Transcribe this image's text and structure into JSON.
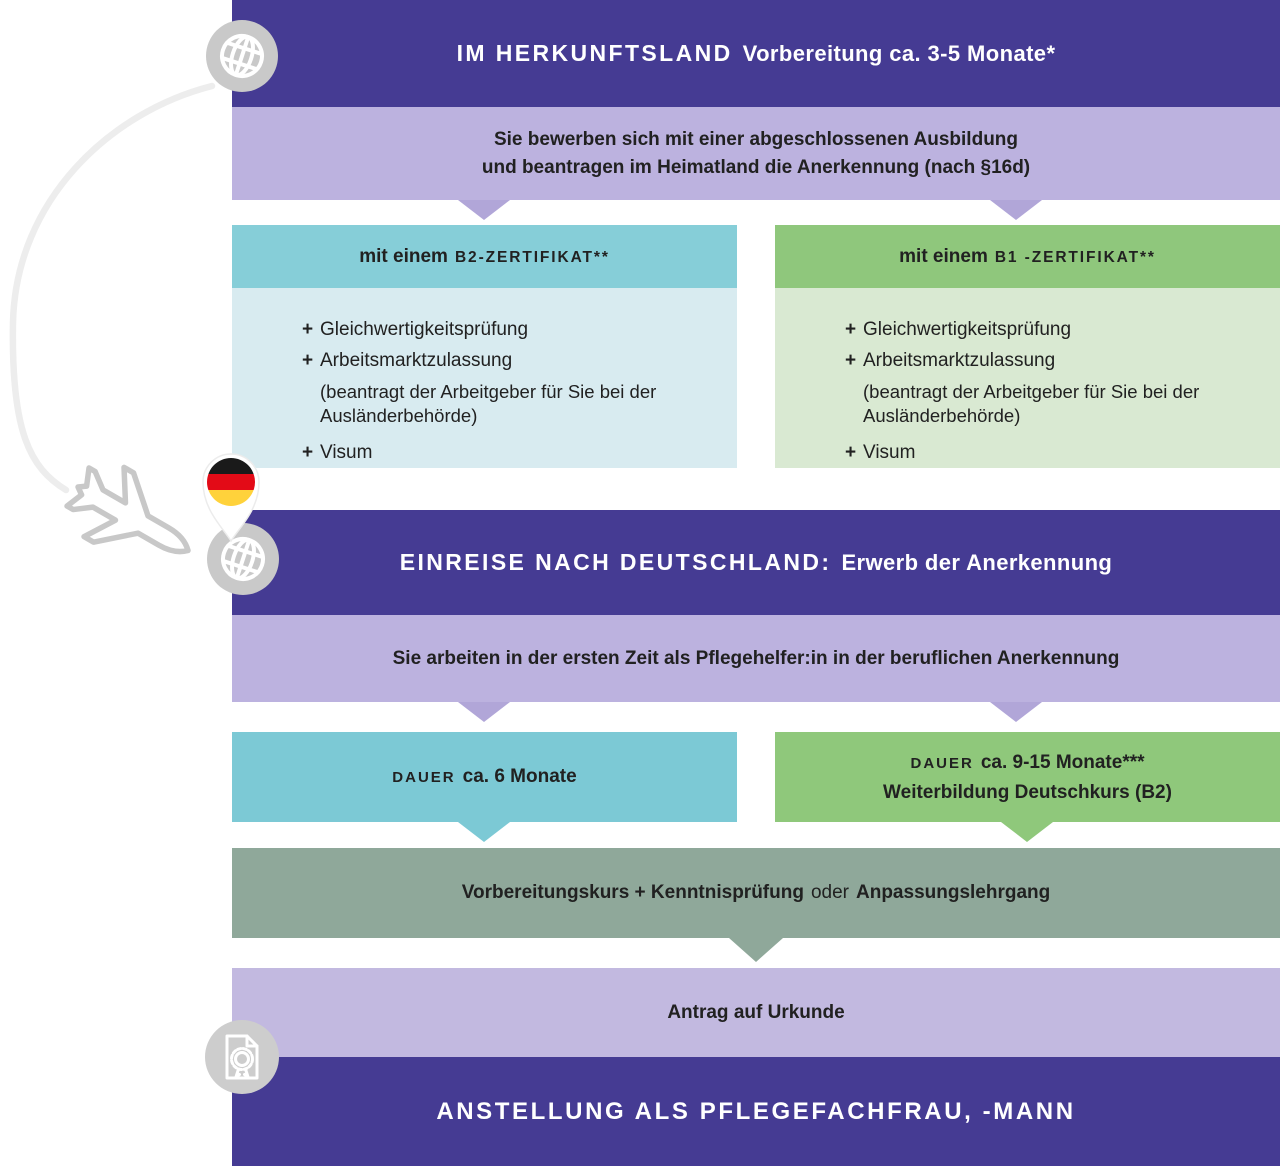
{
  "origin": {
    "banner_title": "IM HERKUNFTSLAND",
    "banner_subtitle": "Vorbereitung ca. 3-5 Monate*",
    "step_line1": "Sie bewerben sich mit einer abgeschlossenen Ausbildung",
    "step_line2": "und beantragen im Heimatland die Anerkennung (nach §16d)"
  },
  "b2_column": {
    "header_prefix": "mit einem",
    "header_cert": "B2-ZERTIFIKAT**",
    "items": [
      {
        "marker": "+",
        "text": "Gleichwertigkeitsprüfung"
      },
      {
        "marker": "+",
        "text": "Arbeitsmarktzulassung",
        "note": "(beantragt der Arbeitgeber für Sie bei der Ausländerbehörde)"
      },
      {
        "marker": "+",
        "text": "Visum"
      }
    ]
  },
  "b1_column": {
    "header_prefix": "mit einem",
    "header_cert": "B1 -ZERTIFIKAT**",
    "items": [
      {
        "marker": "+",
        "text": "Gleichwertigkeitsprüfung"
      },
      {
        "marker": "+",
        "text": "Arbeitsmarktzulassung",
        "note": "(beantragt der Arbeitgeber für Sie bei der Ausländerbehörde)"
      },
      {
        "marker": "+",
        "text": "Visum"
      }
    ]
  },
  "entry": {
    "banner_title": "EINREISE NACH DEUTSCHLAND:",
    "banner_subtitle": "Erwerb der Anerkennung",
    "step_text": "Sie arbeiten in der ersten Zeit als Pflegehelfer:in in der beruflichen Anerkennung"
  },
  "duration_b2": {
    "label": "DAUER",
    "text": "ca. 6 Monate"
  },
  "duration_b1": {
    "label": "DAUER",
    "text": "ca. 9-15 Monate***",
    "line2": "Weiterbildung Deutschkurs (B2)"
  },
  "course": {
    "bold1": "Vorbereitungskurs + Kenntnisprüfung",
    "connector": "oder",
    "bold2": "Anpassungslehrgang"
  },
  "certificate_step": {
    "text": "Antrag auf Urkunde"
  },
  "final": {
    "text": "ANSTELLUNG ALS PFLEGEFACHFRAU, -MANN"
  },
  "icons": {
    "origin_globe": "globe-icon",
    "entry_globe": "globe-icon",
    "plane": "airplane-icon",
    "germany_pin": "germany-flag-pin-icon",
    "certificate": "certificate-document-icon",
    "journey_line": "journey-curve-line"
  },
  "colors": {
    "dark_purple": "#453b93",
    "lavender": "#bcb2df",
    "lavender_light": "#c2b9e0",
    "arrow_lavender": "#b1a6d8",
    "teal": "#86ced8",
    "teal_box": "#7cc9d5",
    "teal_light": "#d8ebf0",
    "green": "#8fc77c",
    "green_light": "#d9e9d2",
    "sage": "#8fa89a",
    "icon_gray": "#c9c9c9",
    "flag_black": "#1a1a1a",
    "flag_red": "#e30b17",
    "flag_gold": "#ffd23b",
    "text_dark": "#212121",
    "text_white": "#ffffff"
  }
}
